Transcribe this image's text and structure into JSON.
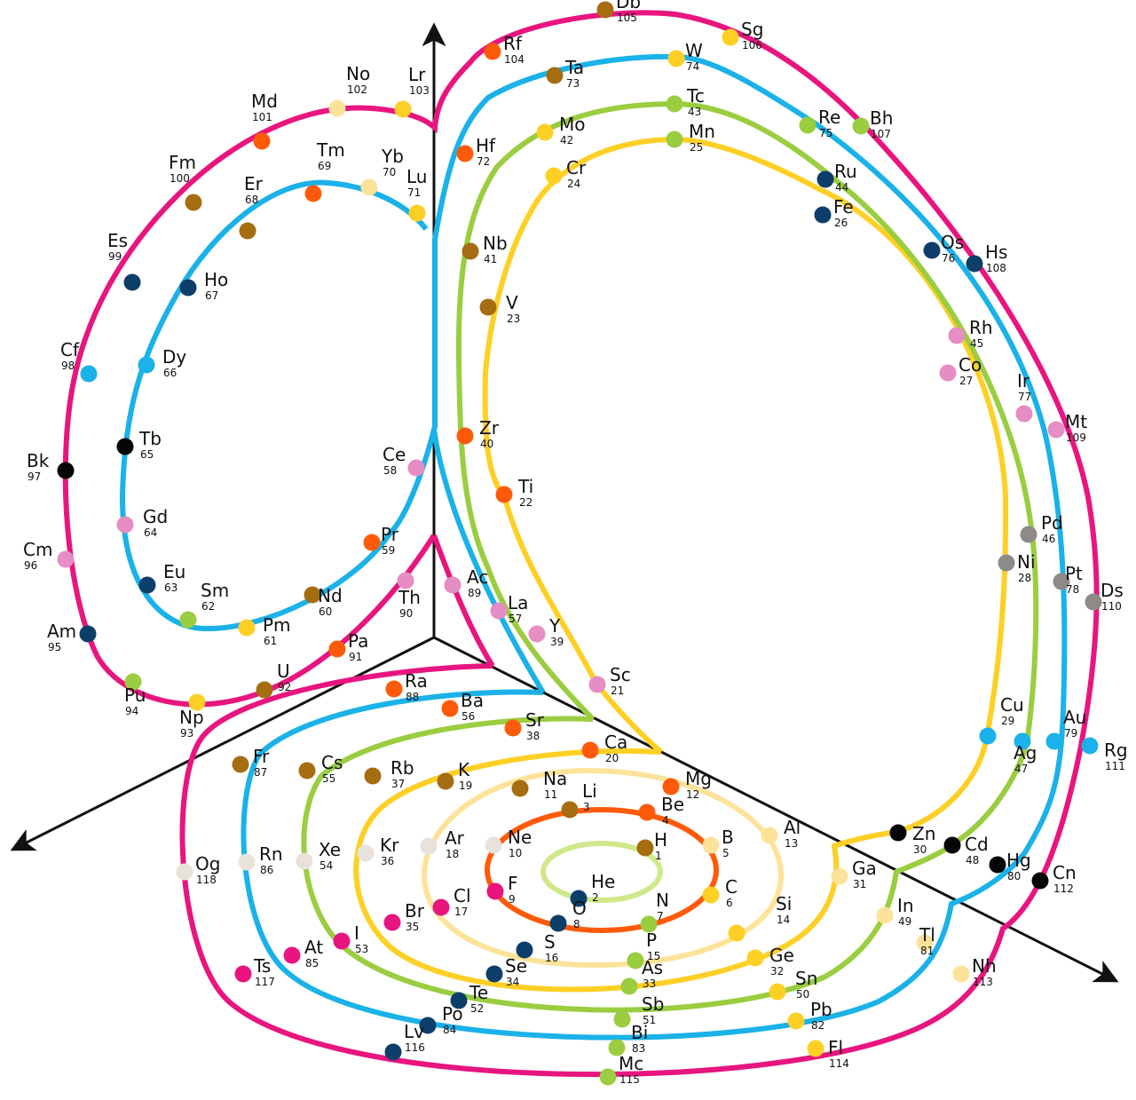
{
  "colors": {
    "period_1": "#cfe88a",
    "period_2": "#ff5a0a",
    "period_3": "#fde39a",
    "period_4": "#fecf25",
    "period_5": "#9acd40",
    "period_6": "#1ab2e8",
    "period_7": "#e8157f",
    "axis": "#111111"
  },
  "category_colors": {
    "nonmetal": "#a66d10",
    "noble": "#e8e2db",
    "alkali": "#a66d10",
    "alkaline": "#ff5a0a",
    "metalloid": "#9acd40",
    "halogen": "#e8157f",
    "chalcogen": "#0d3e6a",
    "post": "#fecf25",
    "boron": "#fde39a",
    "blackdot": "#050505",
    "cyan": "#1ab2e8",
    "pink": "#e68dc4",
    "grey": "#8e8a87",
    "olive": "#9acd40"
  },
  "elements": [
    {
      "symbol": "H",
      "number": "1",
      "c": "#a66d10"
    },
    {
      "symbol": "He",
      "number": "2",
      "c": "#0d3e6a"
    },
    {
      "symbol": "Li",
      "number": "3",
      "c": "#a66d10"
    },
    {
      "symbol": "Be",
      "number": "4",
      "c": "#ff5a0a"
    },
    {
      "symbol": "B",
      "number": "5",
      "c": "#fde39a"
    },
    {
      "symbol": "C",
      "number": "6",
      "c": "#fecf25"
    },
    {
      "symbol": "N",
      "number": "7",
      "c": "#9acd40"
    },
    {
      "symbol": "O",
      "number": "8",
      "c": "#0d3e6a"
    },
    {
      "symbol": "F",
      "number": "9",
      "c": "#e8157f"
    },
    {
      "symbol": "Ne",
      "number": "10",
      "c": "#e8e2db"
    },
    {
      "symbol": "Na",
      "number": "11",
      "c": "#a66d10"
    },
    {
      "symbol": "Mg",
      "number": "12",
      "c": "#ff5a0a"
    },
    {
      "symbol": "Al",
      "number": "13",
      "c": "#fde39a"
    },
    {
      "symbol": "Si",
      "number": "14",
      "c": "#fecf25"
    },
    {
      "symbol": "P",
      "number": "15",
      "c": "#9acd40"
    },
    {
      "symbol": "S",
      "number": "16",
      "c": "#0d3e6a"
    },
    {
      "symbol": "Cl",
      "number": "17",
      "c": "#e8157f"
    },
    {
      "symbol": "Ar",
      "number": "18",
      "c": "#e8e2db"
    },
    {
      "symbol": "K",
      "number": "19",
      "c": "#a66d10"
    },
    {
      "symbol": "Ca",
      "number": "20",
      "c": "#ff5a0a"
    },
    {
      "symbol": "Sc",
      "number": "21",
      "c": "#e68dc4"
    },
    {
      "symbol": "Ti",
      "number": "22",
      "c": "#ff5a0a"
    },
    {
      "symbol": "V",
      "number": "23",
      "c": "#a66d10"
    },
    {
      "symbol": "Cr",
      "number": "24",
      "c": "#fecf25"
    },
    {
      "symbol": "Mn",
      "number": "25",
      "c": "#9acd40"
    },
    {
      "symbol": "Fe",
      "number": "26",
      "c": "#0d3e6a"
    },
    {
      "symbol": "Co",
      "number": "27",
      "c": "#e68dc4"
    },
    {
      "symbol": "Ni",
      "number": "28",
      "c": "#8e8a87"
    },
    {
      "symbol": "Cu",
      "number": "29",
      "c": "#1ab2e8"
    },
    {
      "symbol": "Zn",
      "number": "30",
      "c": "#050505"
    },
    {
      "symbol": "Ga",
      "number": "31",
      "c": "#fde39a"
    },
    {
      "symbol": "Ge",
      "number": "32",
      "c": "#fecf25"
    },
    {
      "symbol": "As",
      "number": "33",
      "c": "#9acd40"
    },
    {
      "symbol": "Se",
      "number": "34",
      "c": "#0d3e6a"
    },
    {
      "symbol": "Br",
      "number": "35",
      "c": "#e8157f"
    },
    {
      "symbol": "Kr",
      "number": "36",
      "c": "#e8e2db"
    },
    {
      "symbol": "Rb",
      "number": "37",
      "c": "#a66d10"
    },
    {
      "symbol": "Sr",
      "number": "38",
      "c": "#ff5a0a"
    },
    {
      "symbol": "Y",
      "number": "39",
      "c": "#e68dc4"
    },
    {
      "symbol": "Zr",
      "number": "40",
      "c": "#ff5a0a"
    },
    {
      "symbol": "Nb",
      "number": "41",
      "c": "#a66d10"
    },
    {
      "symbol": "Mo",
      "number": "42",
      "c": "#fecf25"
    },
    {
      "symbol": "Tc",
      "number": "43",
      "c": "#9acd40"
    },
    {
      "symbol": "Ru",
      "number": "44",
      "c": "#0d3e6a"
    },
    {
      "symbol": "Rh",
      "number": "45",
      "c": "#e68dc4"
    },
    {
      "symbol": "Pd",
      "number": "46",
      "c": "#8e8a87"
    },
    {
      "symbol": "Ag",
      "number": "47",
      "c": "#1ab2e8"
    },
    {
      "symbol": "Cd",
      "number": "48",
      "c": "#050505"
    },
    {
      "symbol": "In",
      "number": "49",
      "c": "#fde39a"
    },
    {
      "symbol": "Sn",
      "number": "50",
      "c": "#fecf25"
    },
    {
      "symbol": "Sb",
      "number": "51",
      "c": "#9acd40"
    },
    {
      "symbol": "Te",
      "number": "52",
      "c": "#0d3e6a"
    },
    {
      "symbol": "I",
      "number": "53",
      "c": "#e8157f"
    },
    {
      "symbol": "Xe",
      "number": "54",
      "c": "#e8e2db"
    },
    {
      "symbol": "Cs",
      "number": "55",
      "c": "#a66d10"
    },
    {
      "symbol": "Ba",
      "number": "56",
      "c": "#ff5a0a"
    },
    {
      "symbol": "La",
      "number": "57",
      "c": "#e68dc4"
    },
    {
      "symbol": "Ce",
      "number": "58",
      "c": "#e68dc4"
    },
    {
      "symbol": "Pr",
      "number": "59",
      "c": "#ff5a0a"
    },
    {
      "symbol": "Nd",
      "number": "60",
      "c": "#a66d10"
    },
    {
      "symbol": "Pm",
      "number": "61",
      "c": "#fecf25"
    },
    {
      "symbol": "Sm",
      "number": "62",
      "c": "#9acd40"
    },
    {
      "symbol": "Eu",
      "number": "63",
      "c": "#0d3e6a"
    },
    {
      "symbol": "Gd",
      "number": "64",
      "c": "#e68dc4"
    },
    {
      "symbol": "Tb",
      "number": "65",
      "c": "#050505"
    },
    {
      "symbol": "Dy",
      "number": "66",
      "c": "#1ab2e8"
    },
    {
      "symbol": "Ho",
      "number": "67",
      "c": "#0d3e6a"
    },
    {
      "symbol": "Er",
      "number": "68",
      "c": "#a66d10"
    },
    {
      "symbol": "Tm",
      "number": "69",
      "c": "#ff5a0a"
    },
    {
      "symbol": "Yb",
      "number": "70",
      "c": "#fde39a"
    },
    {
      "symbol": "Lu",
      "number": "71",
      "c": "#fecf25"
    },
    {
      "symbol": "Hf",
      "number": "72",
      "c": "#ff5a0a"
    },
    {
      "symbol": "Ta",
      "number": "73",
      "c": "#a66d10"
    },
    {
      "symbol": "W",
      "number": "74",
      "c": "#fecf25"
    },
    {
      "symbol": "Re",
      "number": "75",
      "c": "#9acd40"
    },
    {
      "symbol": "Os",
      "number": "76",
      "c": "#0d3e6a"
    },
    {
      "symbol": "Ir",
      "number": "77",
      "c": "#e68dc4"
    },
    {
      "symbol": "Pt",
      "number": "78",
      "c": "#8e8a87"
    },
    {
      "symbol": "Au",
      "number": "79",
      "c": "#1ab2e8"
    },
    {
      "symbol": "Hg",
      "number": "80",
      "c": "#050505"
    },
    {
      "symbol": "Tl",
      "number": "81",
      "c": "#fde39a"
    },
    {
      "symbol": "Pb",
      "number": "82",
      "c": "#fecf25"
    },
    {
      "symbol": "Bi",
      "number": "83",
      "c": "#9acd40"
    },
    {
      "symbol": "Po",
      "number": "84",
      "c": "#0d3e6a"
    },
    {
      "symbol": "At",
      "number": "85",
      "c": "#e8157f"
    },
    {
      "symbol": "Rn",
      "number": "86",
      "c": "#e8e2db"
    },
    {
      "symbol": "Fr",
      "number": "87",
      "c": "#a66d10"
    },
    {
      "symbol": "Ra",
      "number": "88",
      "c": "#ff5a0a"
    },
    {
      "symbol": "Ac",
      "number": "89",
      "c": "#e68dc4"
    },
    {
      "symbol": "Th",
      "number": "90",
      "c": "#e68dc4"
    },
    {
      "symbol": "Pa",
      "number": "91",
      "c": "#ff5a0a"
    },
    {
      "symbol": "U",
      "number": "92",
      "c": "#a66d10"
    },
    {
      "symbol": "Np",
      "number": "93",
      "c": "#fecf25"
    },
    {
      "symbol": "Pu",
      "number": "94",
      "c": "#9acd40"
    },
    {
      "symbol": "Am",
      "number": "95",
      "c": "#0d3e6a"
    },
    {
      "symbol": "Cm",
      "number": "96",
      "c": "#e68dc4"
    },
    {
      "symbol": "Bk",
      "number": "97",
      "c": "#050505"
    },
    {
      "symbol": "Cf",
      "number": "98",
      "c": "#1ab2e8"
    },
    {
      "symbol": "Es",
      "number": "99",
      "c": "#0d3e6a"
    },
    {
      "symbol": "Fm",
      "number": "100",
      "c": "#a66d10"
    },
    {
      "symbol": "Md",
      "number": "101",
      "c": "#ff5a0a"
    },
    {
      "symbol": "No",
      "number": "102",
      "c": "#fde39a"
    },
    {
      "symbol": "Lr",
      "number": "103",
      "c": "#fecf25"
    },
    {
      "symbol": "Rf",
      "number": "104",
      "c": "#ff5a0a"
    },
    {
      "symbol": "Db",
      "number": "105",
      "c": "#a66d10"
    },
    {
      "symbol": "Sg",
      "number": "106",
      "c": "#fecf25"
    },
    {
      "symbol": "Bh",
      "number": "107",
      "c": "#9acd40"
    },
    {
      "symbol": "Hs",
      "number": "108",
      "c": "#0d3e6a"
    },
    {
      "symbol": "Mt",
      "number": "109",
      "c": "#e68dc4"
    },
    {
      "symbol": "Ds",
      "number": "110",
      "c": "#8e8a87"
    },
    {
      "symbol": "Rg",
      "number": "111",
      "c": "#1ab2e8"
    },
    {
      "symbol": "Cn",
      "number": "112",
      "c": "#050505"
    },
    {
      "symbol": "Nh",
      "number": "113",
      "c": "#fde39a"
    },
    {
      "symbol": "Fl",
      "number": "114",
      "c": "#fecf25"
    },
    {
      "symbol": "Mc",
      "number": "115",
      "c": "#9acd40"
    },
    {
      "symbol": "Lv",
      "number": "116",
      "c": "#0d3e6a"
    },
    {
      "symbol": "Ts",
      "number": "117",
      "c": "#e8157f"
    },
    {
      "symbol": "Og",
      "number": "118",
      "c": "#e8e2db"
    }
  ]
}
